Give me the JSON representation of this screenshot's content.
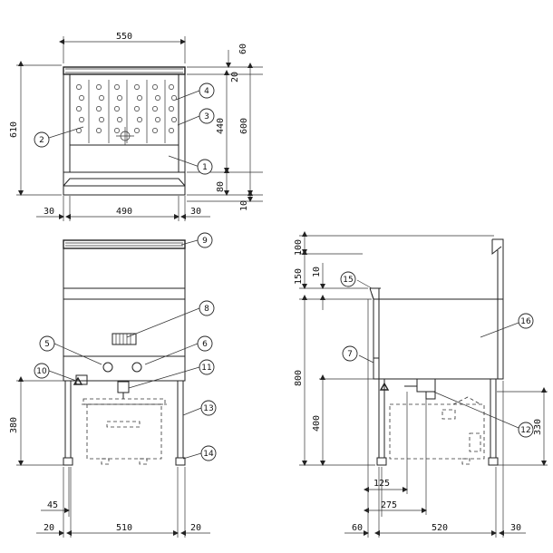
{
  "dimensions": {
    "top_width": "550",
    "top_60": "60",
    "top_20": "20",
    "height_610": "610",
    "height_600": "600",
    "height_440": "440",
    "height_80": "80",
    "height_10": "10",
    "front_30_left": "30",
    "front_490": "490",
    "front_30_right": "30",
    "lower_380": "380",
    "lower_45": "45",
    "lower_20_left": "20",
    "lower_510": "510",
    "lower_20_right": "20",
    "side_100": "100",
    "side_150": "150",
    "side_10": "10",
    "side_800": "800",
    "side_400": "400",
    "side_330": "330",
    "side_125": "125",
    "side_275": "275",
    "side_60": "60",
    "side_520": "520",
    "side_30": "30"
  },
  "callouts": [
    "1",
    "2",
    "3",
    "4",
    "5",
    "6",
    "7",
    "8",
    "9",
    "10",
    "11",
    "12",
    "13",
    "14",
    "15",
    "16"
  ]
}
